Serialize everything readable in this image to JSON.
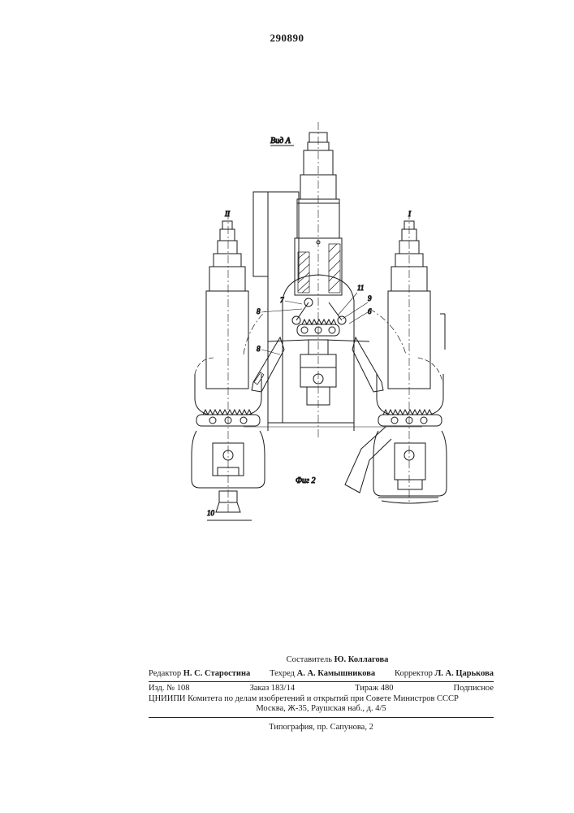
{
  "header": {
    "patent_number": "290890"
  },
  "figure": {
    "view_label": "Вид А",
    "caption": "Фиг 2",
    "part_labels": {
      "left_unit": "II",
      "right_unit": "I",
      "l7": "7",
      "l8a": "8",
      "l8b": "8",
      "l11": "11",
      "l9": "9",
      "l6": "6",
      "l10": "10"
    }
  },
  "colophon": {
    "compiler_prefix": "Составитель",
    "compiler_name": "Ю. Коллагова",
    "editor_prefix": "Редактор",
    "editor_name": "Н. С. Старостина",
    "techred_prefix": "Техред",
    "techred_name": "А. А. Камышникова",
    "corrector_prefix": "Корректор",
    "corrector_name": "Л. А. Царькова",
    "izd": "Изд. № 108",
    "zakaz": "Заказ 183/14",
    "tirazh": "Тираж 480",
    "podpisnoe": "Подписное",
    "institution_line": "ЦНИИПИ Комитета по делам изобретений и открытий при Совете Министров СССР",
    "address_line": "Москва, Ж-35, Раушская наб., д. 4/5",
    "printer": "Типография, пр. Сапунова, 2"
  }
}
